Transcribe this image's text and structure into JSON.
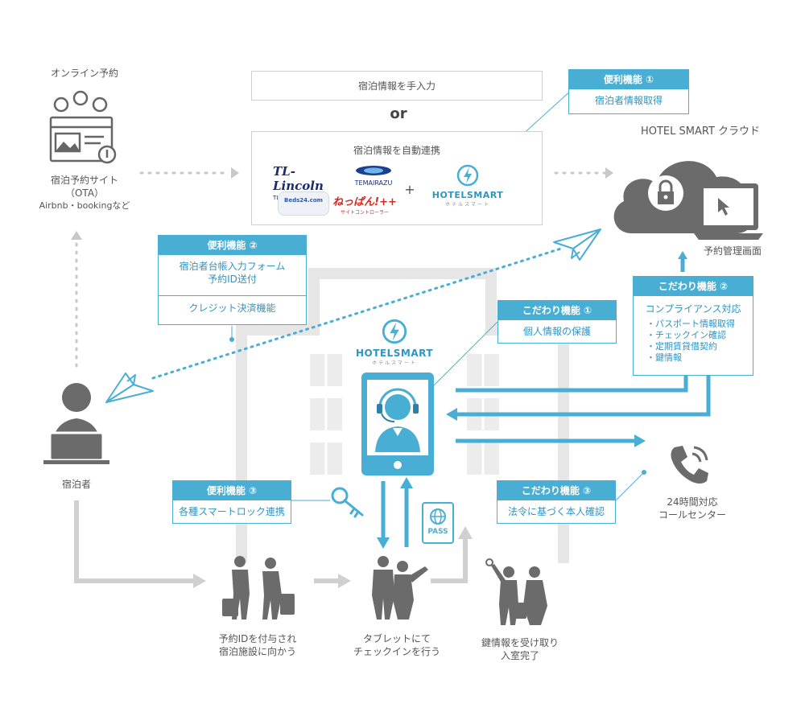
{
  "online": {
    "title": "オンライン予約",
    "site_line1": "宿泊予約サイト",
    "site_line2": "（OTA）",
    "site_line3": "Airbnb・bookingなど"
  },
  "manual": {
    "label": "宿泊情報を手入力"
  },
  "or_text": "or",
  "auto": {
    "label": "宿泊情報を自動連携",
    "tl_logo": "TL-Lincoln",
    "tl_sub": "TL-リンカーン",
    "temairazu": "TEMAIRAZU",
    "beds24": "Beds24.com",
    "neppan": "ねっぱん!++",
    "neppan_sub": "サイトコントローラー",
    "plus": "+",
    "hs_name": "HOTELSMART",
    "hs_sub": "ホテルスマート"
  },
  "cloud": {
    "title": "HOTEL SMART クラウド",
    "admin": "予約管理画面"
  },
  "feature1": {
    "head": "便利機能 ①",
    "row1": "宿泊者情報取得"
  },
  "feature2": {
    "head": "便利機能 ②",
    "row1a": "宿泊者台帳入力フォーム",
    "row1b": "予約ID送付",
    "row2": "クレジット決済機能"
  },
  "feature3": {
    "head": "便利機能 ③",
    "row1": "各種スマートロック連携"
  },
  "kodawari1": {
    "head": "こだわり機能 ①",
    "row1": "個人情報の保護"
  },
  "kodawari2": {
    "head": "こだわり機能 ②",
    "title": "コンプライアンス対応",
    "items": [
      "・パスポート情報取得",
      "・チェックイン確認",
      "・定期賃貸借契約",
      "・鍵情報"
    ]
  },
  "kodawari3": {
    "head": "こだわり機能 ③",
    "row1": "法令に基づく本人確認"
  },
  "center": {
    "hs_name": "HOTELSMART",
    "hs_sub": "ホテルスマート"
  },
  "guest": {
    "label": "宿泊者"
  },
  "callcenter": {
    "line1": "24時間対応",
    "line2": "コールセンター"
  },
  "pass": {
    "label": "PASS"
  },
  "steps": {
    "s1a": "予約IDを付与され",
    "s1b": "宿泊施設に向かう",
    "s2a": "タブレットにて",
    "s2b": "チェックインを行う",
    "s3a": "鍵情報を受け取り",
    "s3b": "入室完了"
  },
  "colors": {
    "accent": "#49aed4",
    "gray": "#666666",
    "light_gray": "#d0d0d0"
  }
}
